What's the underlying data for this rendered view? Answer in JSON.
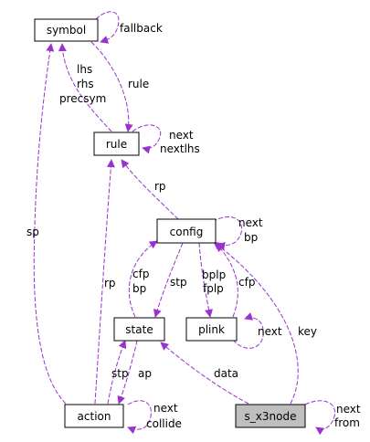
{
  "colors": {
    "edge": "#9a32cd",
    "node_border": "#000000",
    "focus_fill": "#bfbfbf",
    "background": "#ffffff"
  },
  "nodes": {
    "symbol": "symbol",
    "rule": "rule",
    "config": "config",
    "state": "state",
    "plink": "plink",
    "action": "action",
    "s_x3node": "s_x3node"
  },
  "edges": {
    "symbol_self": [
      "fallback"
    ],
    "symbol_to_rule": [
      "rule"
    ],
    "rule_to_symbol": [
      "lhs",
      "rhs",
      "precsym"
    ],
    "rule_self": [
      "next",
      "nextlhs"
    ],
    "config_to_rule": [
      "rp"
    ],
    "config_self": [
      "next",
      "bp"
    ],
    "config_to_state": [
      "stp"
    ],
    "config_to_plink": [
      "bplp",
      "fplp"
    ],
    "plink_to_config": [
      "cfp"
    ],
    "plink_self": [
      "next"
    ],
    "state_to_config": [
      "cfp",
      "bp"
    ],
    "action_to_symbol": [
      "sp"
    ],
    "action_to_rule": [
      "rp"
    ],
    "action_to_state": [
      "stp"
    ],
    "state_to_action": [
      "ap"
    ],
    "action_self": [
      "next",
      "collide"
    ],
    "s_x3node_to_state": [
      "data"
    ],
    "s_x3node_to_config": [
      "key"
    ],
    "s_x3node_self": [
      "next",
      "from"
    ]
  }
}
